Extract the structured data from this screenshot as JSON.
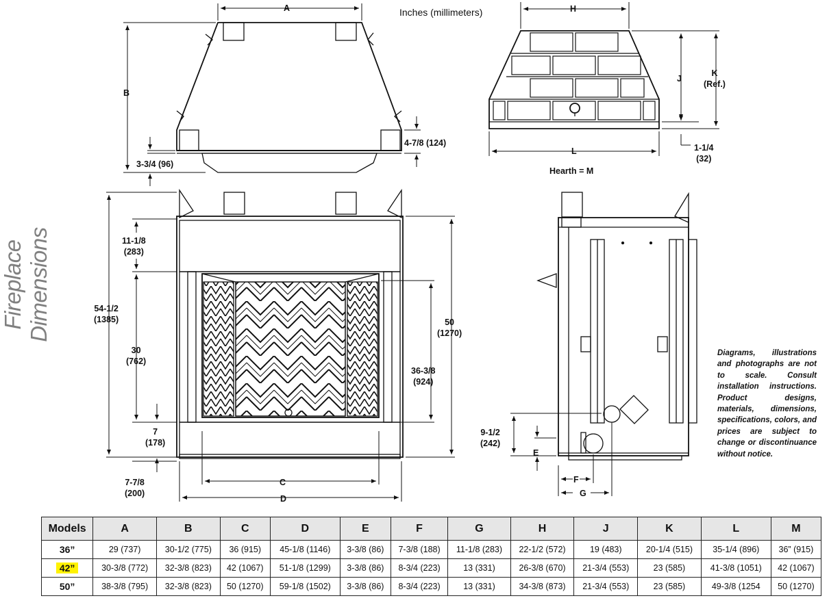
{
  "side_title": "Fireplace Dimensions",
  "units_note": "Inches (millimeters)",
  "disclaimer": "Diagrams, illustrations and photographs are not to scale. Consult installation instructions. Product designs, materials, dimensions, specifications, colors, and prices are subject to change or discontinuance without notice.",
  "labels": {
    "A": "A",
    "B": "B",
    "C": "C",
    "D": "D",
    "E": "E",
    "F": "F",
    "G": "G",
    "H": "H",
    "J": "J",
    "K": "K",
    "K_ref": "(Ref.)",
    "L": "L",
    "hearth": "Hearth = M",
    "d_4_7_8": "4-7/8",
    "d_4_7_8_mm": "(124)",
    "d_3_3_4": "3-3/4 (96)",
    "d_1_1_4": "1-1/4",
    "d_1_1_4_mm": "(32)",
    "d_11_1_8": "11-1/8",
    "d_11_1_8_mm": "(283)",
    "d_54_1_2": "54-1/2",
    "d_54_1_2_mm": "(1385)",
    "d_30": "30",
    "d_30_mm": "(762)",
    "d_7": "7",
    "d_7_mm": "(178)",
    "d_7_7_8": "7-7/8",
    "d_7_7_8_mm": "(200)",
    "d_50": "50",
    "d_50_mm": "(1270)",
    "d_36_3_8": "36-3/8",
    "d_36_3_8_mm": "(924)",
    "d_9_1_2": "9-1/2",
    "d_9_1_2_mm": "(242)"
  },
  "table": {
    "headers": [
      "Models",
      "A",
      "B",
      "C",
      "D",
      "E",
      "F",
      "G",
      "H",
      "J",
      "K",
      "L",
      "M"
    ],
    "highlighted_row": 1,
    "rows": [
      [
        "36”",
        "29 (737)",
        "30-1/2 (775)",
        "36 (915)",
        "45-1/8 (1146)",
        "3-3/8 (86)",
        "7-3/8 (188)",
        "11-1/8 (283)",
        "22-1/2 (572)",
        "19 (483)",
        "20-1/4 (515)",
        "35-1/4 (896)",
        "36” (915)"
      ],
      [
        "42”",
        "30-3/8 (772)",
        "32-3/8 (823)",
        "42 (1067)",
        "51-1/8 (1299)",
        "3-3/8 (86)",
        "8-3/4 (223)",
        "13 (331)",
        "26-3/8 (670)",
        "21-3/4 (553)",
        "23 (585)",
        "41-3/8 (1051)",
        "42 (1067)"
      ],
      [
        "50”",
        "38-3/8 (795)",
        "32-3/8 (823)",
        "50 (1270)",
        "59-1/8 (1502)",
        "3-3/8 (86)",
        "8-3/4 (223)",
        "13 (331)",
        "34-3/8 (873)",
        "21-3/4 (553)",
        "23 (585)",
        "49-3/8 (1254",
        "50 (1270)"
      ]
    ]
  }
}
